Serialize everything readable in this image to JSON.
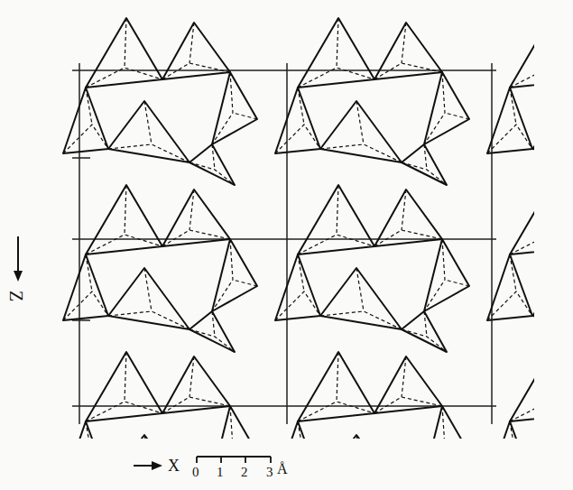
{
  "diagram": {
    "labels": [
      "Z",
      "X",
      "0",
      "1",
      "2",
      "3",
      "Å"
    ]
  }
}
